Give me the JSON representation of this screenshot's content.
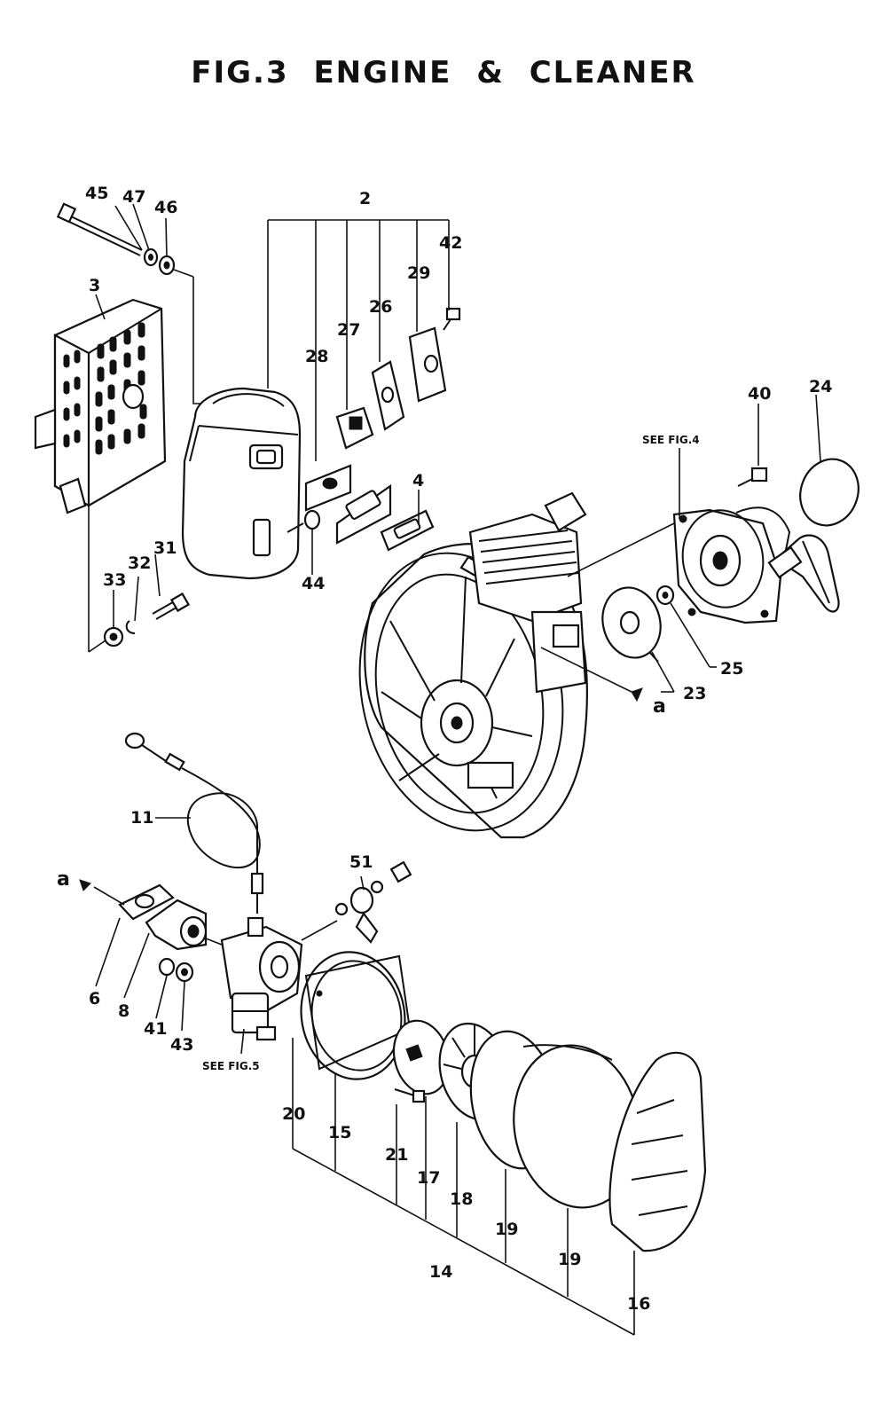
{
  "title": "FIG.3   ENGINE & CLEANER",
  "references": {
    "see_fig_4": "SEE FIG.4",
    "see_fig_5": "SEE FIG.5",
    "marker_a_right": "a",
    "marker_a_left": "a"
  },
  "callouts": {
    "c2": "2",
    "c3": "3",
    "c4": "4",
    "c6": "6",
    "c8": "8",
    "c11": "11",
    "c14": "14",
    "c15": "15",
    "c16": "16",
    "c17": "17",
    "c18": "18",
    "c19a": "19",
    "c19b": "19",
    "c20": "20",
    "c21": "21",
    "c23": "23",
    "c24": "24",
    "c25": "25",
    "c26": "26",
    "c27": "27",
    "c28": "28",
    "c29": "29",
    "c31": "31",
    "c32": "32",
    "c33": "33",
    "c40": "40",
    "c41": "41",
    "c42": "42",
    "c43": "43",
    "c44": "44",
    "c45": "45",
    "c46": "46",
    "c47": "47",
    "c51": "51"
  }
}
